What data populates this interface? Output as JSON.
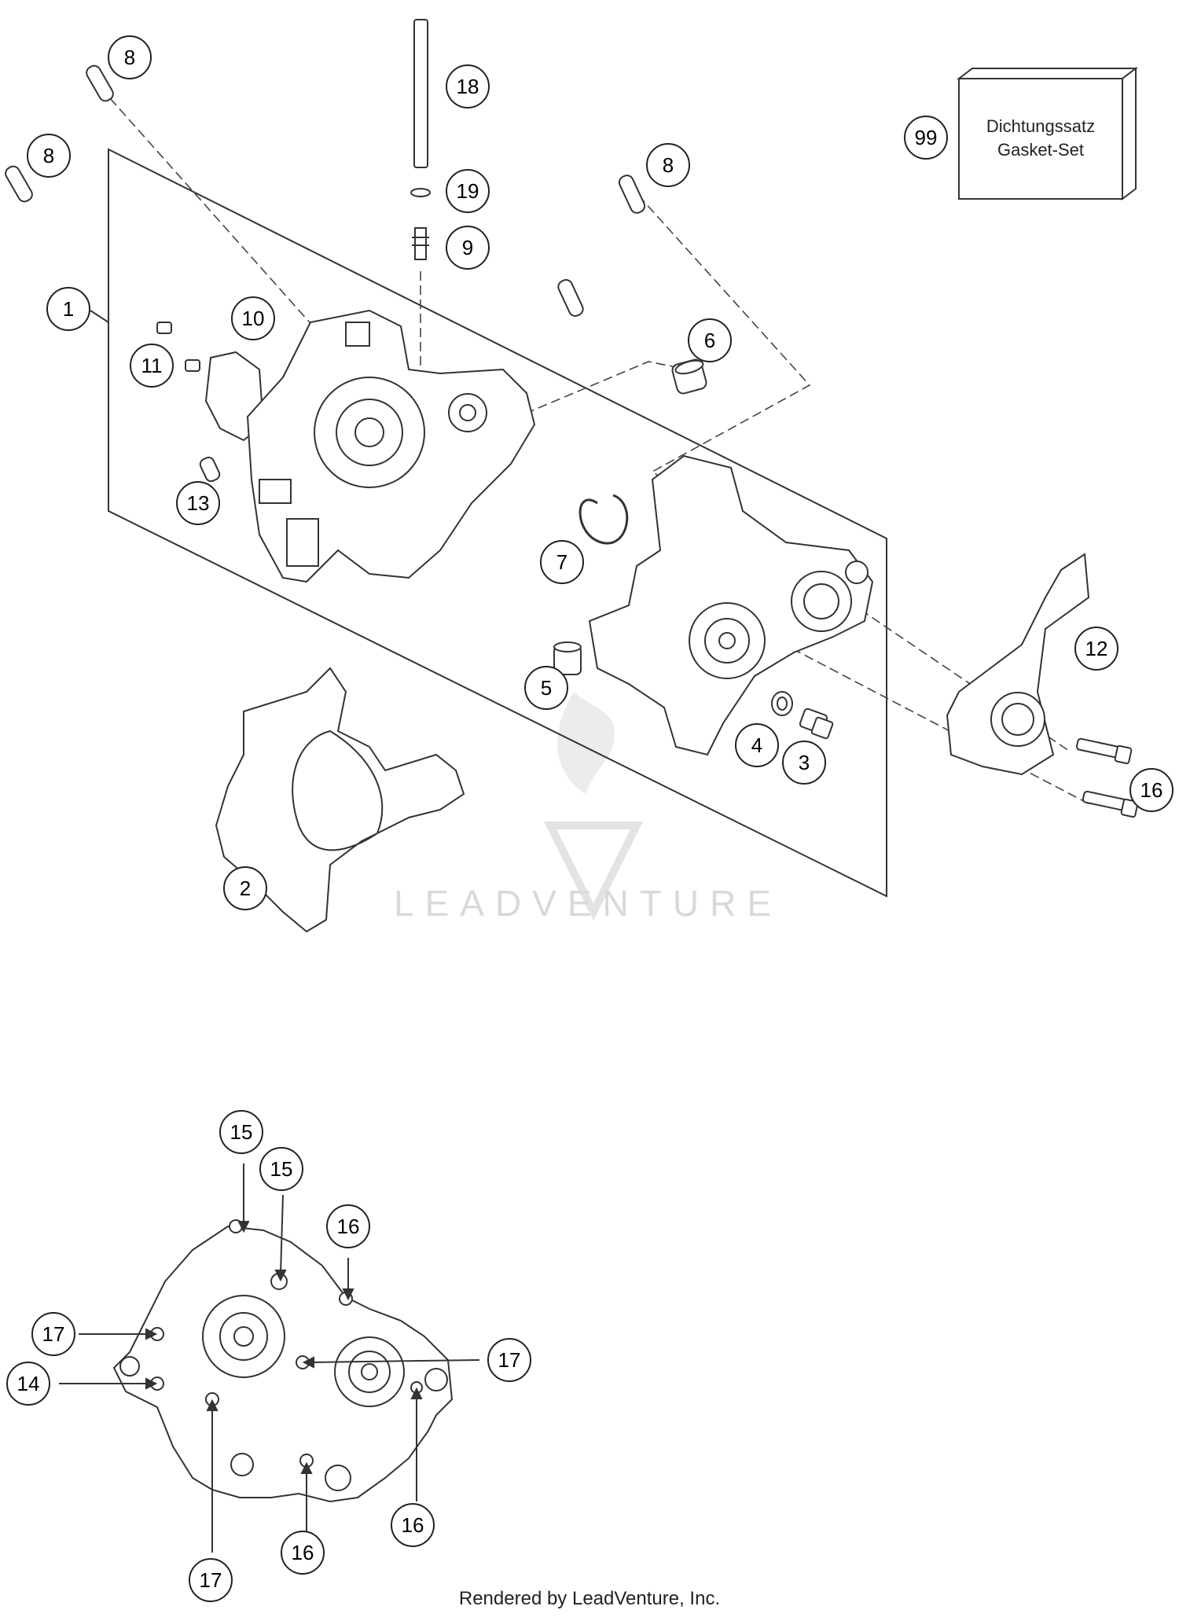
{
  "callouts": [
    {
      "id": "c-8a",
      "label": "8"
    },
    {
      "id": "c-8b",
      "label": "8"
    },
    {
      "id": "c-8c",
      "label": "8"
    },
    {
      "id": "c-18",
      "label": "18"
    },
    {
      "id": "c-19",
      "label": "19"
    },
    {
      "id": "c-9",
      "label": "9"
    },
    {
      "id": "c-99",
      "label": "99"
    },
    {
      "id": "c-1",
      "label": "1"
    },
    {
      "id": "c-10",
      "label": "10"
    },
    {
      "id": "c-11",
      "label": "11"
    },
    {
      "id": "c-6",
      "label": "6"
    },
    {
      "id": "c-13",
      "label": "13"
    },
    {
      "id": "c-7",
      "label": "7"
    },
    {
      "id": "c-12",
      "label": "12"
    },
    {
      "id": "c-5",
      "label": "5"
    },
    {
      "id": "c-4",
      "label": "4"
    },
    {
      "id": "c-3",
      "label": "3"
    },
    {
      "id": "c-16a",
      "label": "16"
    },
    {
      "id": "c-2",
      "label": "2"
    },
    {
      "id": "c-15a",
      "label": "15"
    },
    {
      "id": "c-15b",
      "label": "15"
    },
    {
      "id": "c-16b",
      "label": "16"
    },
    {
      "id": "c-17a",
      "label": "17"
    },
    {
      "id": "c-17b",
      "label": "17"
    },
    {
      "id": "c-14",
      "label": "14"
    },
    {
      "id": "c-16c",
      "label": "16"
    },
    {
      "id": "c-16d",
      "label": "16"
    },
    {
      "id": "c-17c",
      "label": "17"
    }
  ],
  "gasket_box": {
    "line1": "Dichtungssatz",
    "line2": "Gasket-Set"
  },
  "watermark": "LEADVENTURE",
  "footer": "Rendered by LeadVenture, Inc."
}
